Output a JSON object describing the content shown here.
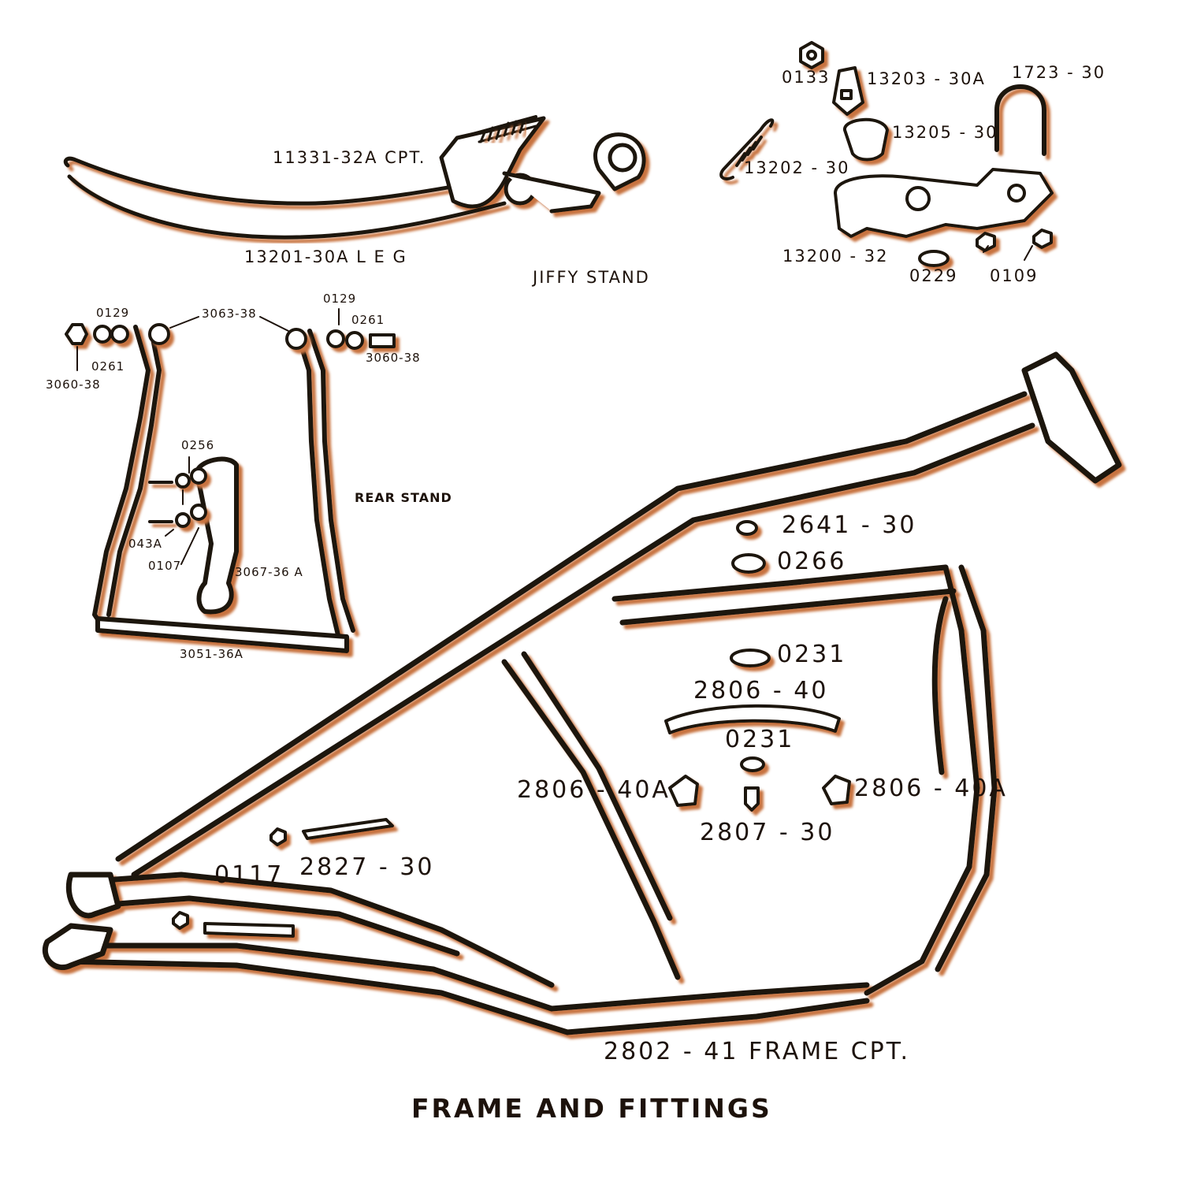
{
  "title": "FRAME AND FITTINGS",
  "colors": {
    "ink": "#1d120b",
    "shadow": "#c8733f",
    "paper": "#ffffff"
  },
  "sections": {
    "jiffy_stand": "JIFFY STAND",
    "rear_stand": "REAR STAND",
    "frame": "2802 - 41 FRAME CPT."
  },
  "jiffy_labels": {
    "p11331": "11331-32A  CPT.",
    "p13201": "13201-30A  L E G",
    "p0133": "0133",
    "p13203": "13203 - 30A",
    "p1723": "1723 - 30",
    "p13205": "13205 - 30",
    "p13202": "13202 - 30",
    "p13200": "13200 - 32",
    "p0229": "0229",
    "p0109": "0109"
  },
  "rear_labels": {
    "p0129a": "0129",
    "p3063": "3063-38",
    "p0129b": "0129",
    "p0261b": "0261",
    "p0261a": "0261",
    "p3060b": "3060-38",
    "p3060a": "3060-38",
    "p0256": "0256",
    "p043a": "043A",
    "p0107": "0107",
    "p3067": "3067-36 A",
    "p3051": "3051-36A"
  },
  "frame_labels": {
    "p2641": "2641 - 30",
    "p0266": "0266",
    "p0231a": "0231",
    "p2806": "2806 - 40",
    "p0231b": "0231",
    "p2806aL": "2806 - 40A",
    "p2806aR": "2806 - 40A",
    "p2807": "2807 - 30",
    "p0117": "0117",
    "p2827": "2827 - 30"
  }
}
